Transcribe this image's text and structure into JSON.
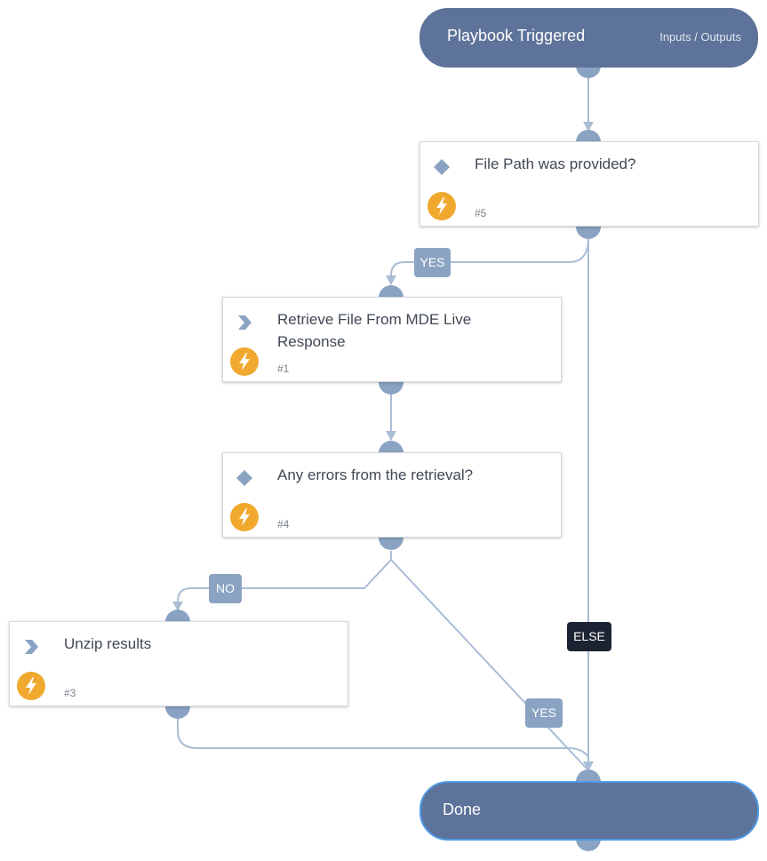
{
  "start": {
    "title": "Playbook Triggered",
    "io_label": "Inputs / Outputs"
  },
  "tasks": {
    "t5": {
      "name": "File Path was provided?",
      "id": "#5",
      "kind": "condition"
    },
    "t1": {
      "name": "Retrieve File From MDE Live Response",
      "id": "#1",
      "kind": "playbook"
    },
    "t4": {
      "name": "Any errors from the retrieval?",
      "id": "#4",
      "kind": "condition"
    },
    "t3": {
      "name": "Unzip results",
      "id": "#3",
      "kind": "playbook"
    }
  },
  "edges": {
    "t5_yes": "YES",
    "t5_else": "ELSE",
    "t4_no": "NO",
    "t4_yes": "YES"
  },
  "end": {
    "title": "Done"
  },
  "colors": {
    "terminal": "#5e7399",
    "port": "#8aa3c2",
    "edge": "#aabdd4",
    "label": "#8aa3c2",
    "label_dark": "#1c2433",
    "bolt": "#f0a92e",
    "text": "#404854"
  }
}
